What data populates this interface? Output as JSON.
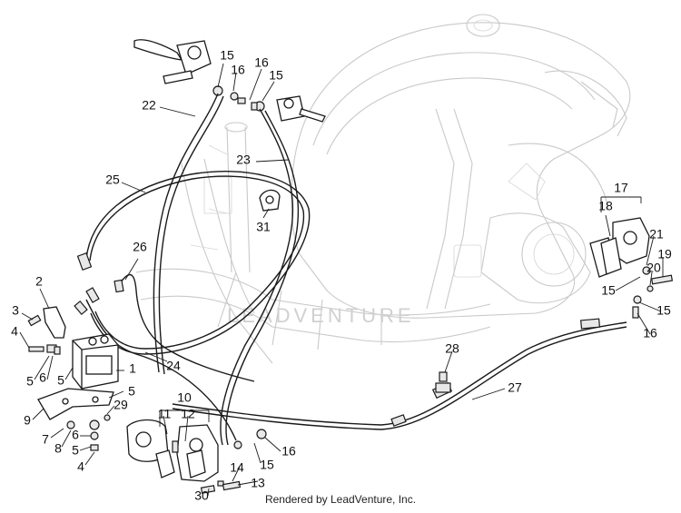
{
  "watermark": "LEADVENTURE",
  "footer": {
    "credit": "Rendered by LeadVenture, Inc."
  },
  "callouts": [
    {
      "label": "15"
    },
    {
      "label": "16"
    },
    {
      "label": "16"
    },
    {
      "label": "15"
    },
    {
      "label": "22"
    },
    {
      "label": "23"
    },
    {
      "label": "25"
    },
    {
      "label": "31"
    },
    {
      "label": "26"
    },
    {
      "label": "2"
    },
    {
      "label": "3"
    },
    {
      "label": "4"
    },
    {
      "label": "1"
    },
    {
      "label": "5"
    },
    {
      "label": "6"
    },
    {
      "label": "5"
    },
    {
      "label": "5"
    },
    {
      "label": "24"
    },
    {
      "label": "9"
    },
    {
      "label": "29"
    },
    {
      "label": "7"
    },
    {
      "label": "8"
    },
    {
      "label": "6"
    },
    {
      "label": "5"
    },
    {
      "label": "4"
    },
    {
      "label": "10"
    },
    {
      "label": "11"
    },
    {
      "label": "12"
    },
    {
      "label": "16"
    },
    {
      "label": "15"
    },
    {
      "label": "14"
    },
    {
      "label": "13"
    },
    {
      "label": "30"
    },
    {
      "label": "28"
    },
    {
      "label": "27"
    },
    {
      "label": "17"
    },
    {
      "label": "18"
    },
    {
      "label": "21"
    },
    {
      "label": "19"
    },
    {
      "label": "20"
    },
    {
      "label": "15"
    },
    {
      "label": "15"
    },
    {
      "label": "16"
    }
  ]
}
